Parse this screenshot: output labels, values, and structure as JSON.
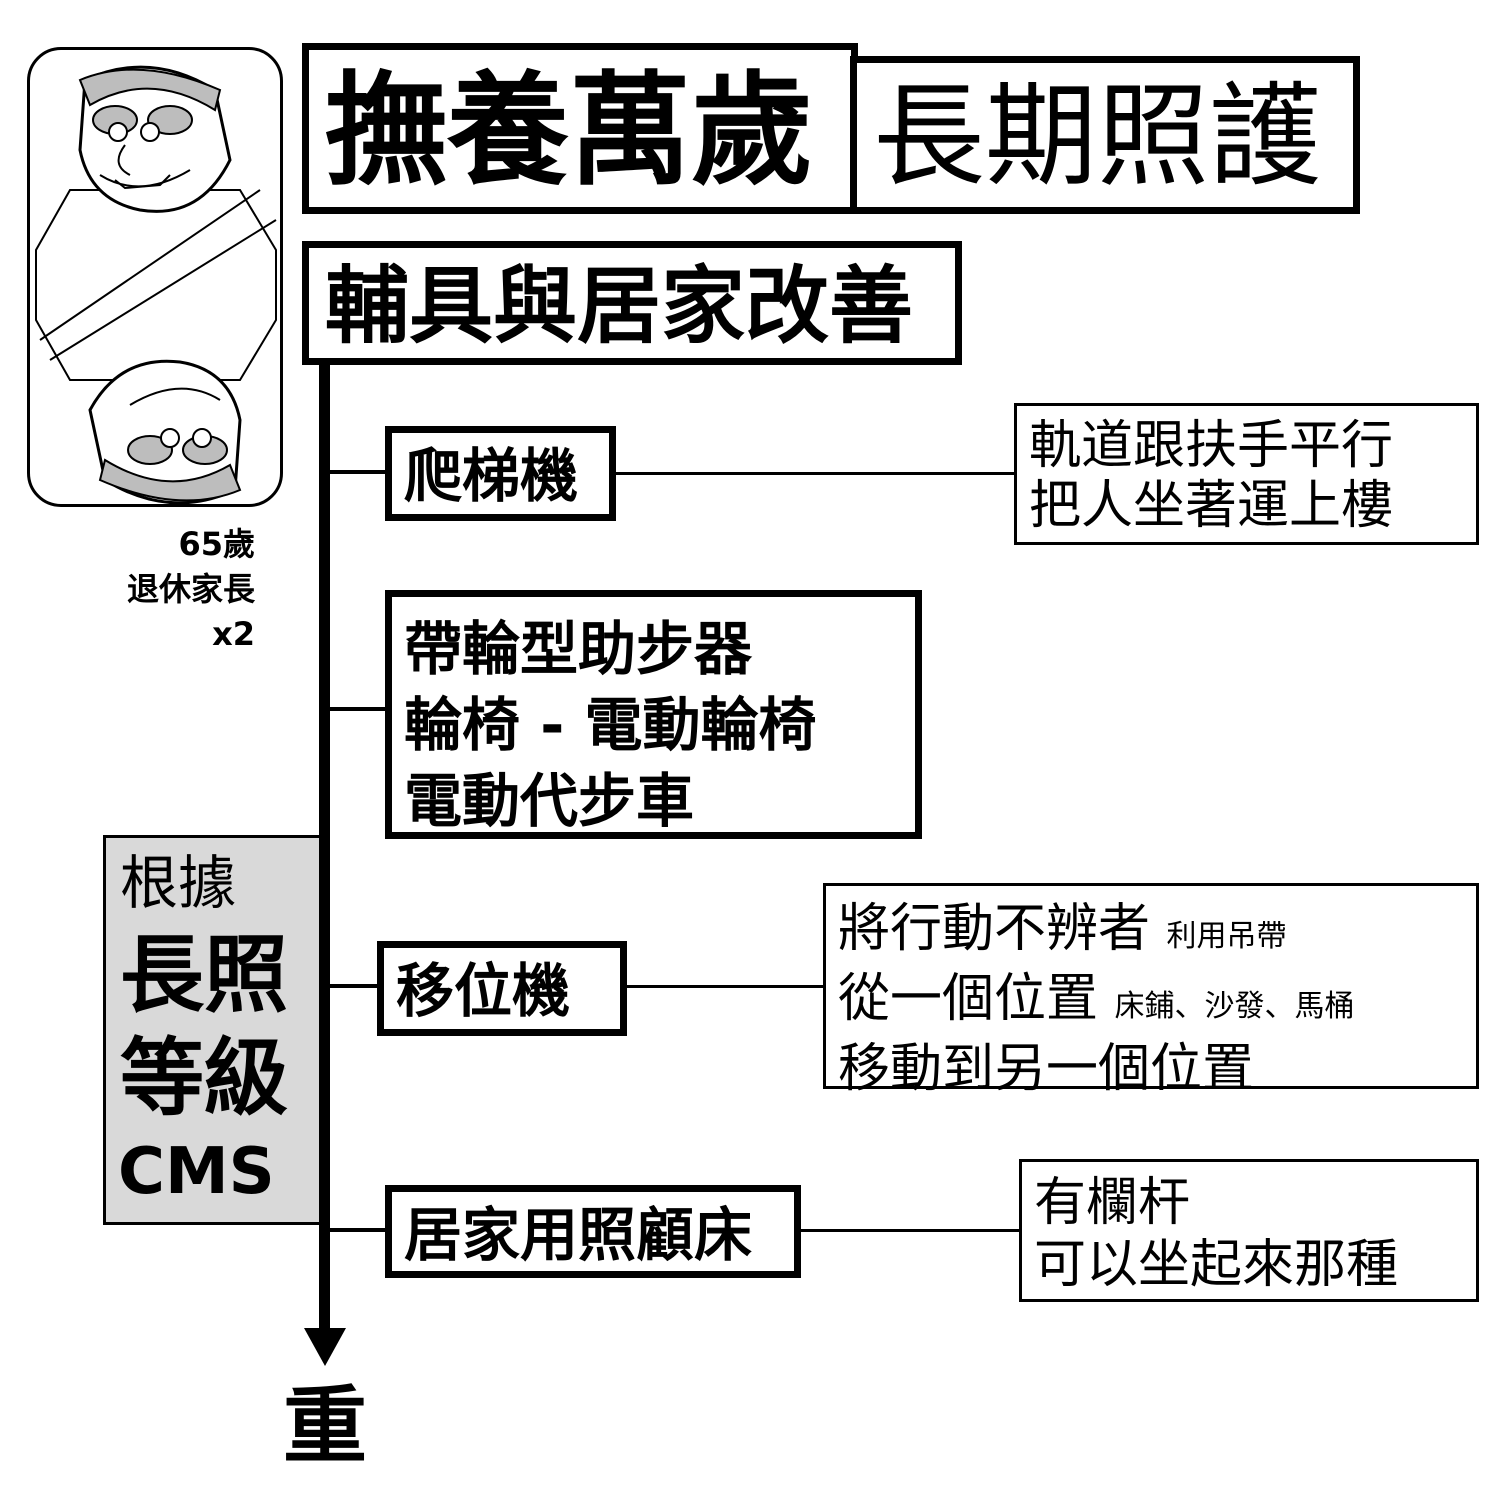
{
  "character_card": {
    "age": "65歲",
    "role": "退休家長",
    "count": "x2"
  },
  "title": {
    "left": "撫養萬歲",
    "right": "長期照護"
  },
  "section": {
    "heading": "輔具與居家改善"
  },
  "criteria": {
    "prefix": "根據",
    "line1": "長照",
    "line2": "等級",
    "line3": "CMS",
    "fill_color": "#d9d9d9"
  },
  "axis": {
    "end_label": "重"
  },
  "items": [
    {
      "label": "爬梯機",
      "note": [
        "軌道跟扶手平行",
        "把人坐著運上樓"
      ]
    },
    {
      "label": [
        "帶輪型助步器",
        "輪椅 - 電動輪椅",
        "電動代步車"
      ]
    },
    {
      "label": "移位機",
      "note": [
        {
          "main": "將行動不辨者",
          "small": "利用吊帶"
        },
        {
          "main": "從一個位置",
          "small": "床鋪、沙發、馬桶"
        },
        {
          "main": "移動到另一個位置",
          "small": ""
        }
      ]
    },
    {
      "label": "居家用照顧床",
      "note": [
        "有欄杆",
        "可以坐起來那種"
      ]
    }
  ]
}
